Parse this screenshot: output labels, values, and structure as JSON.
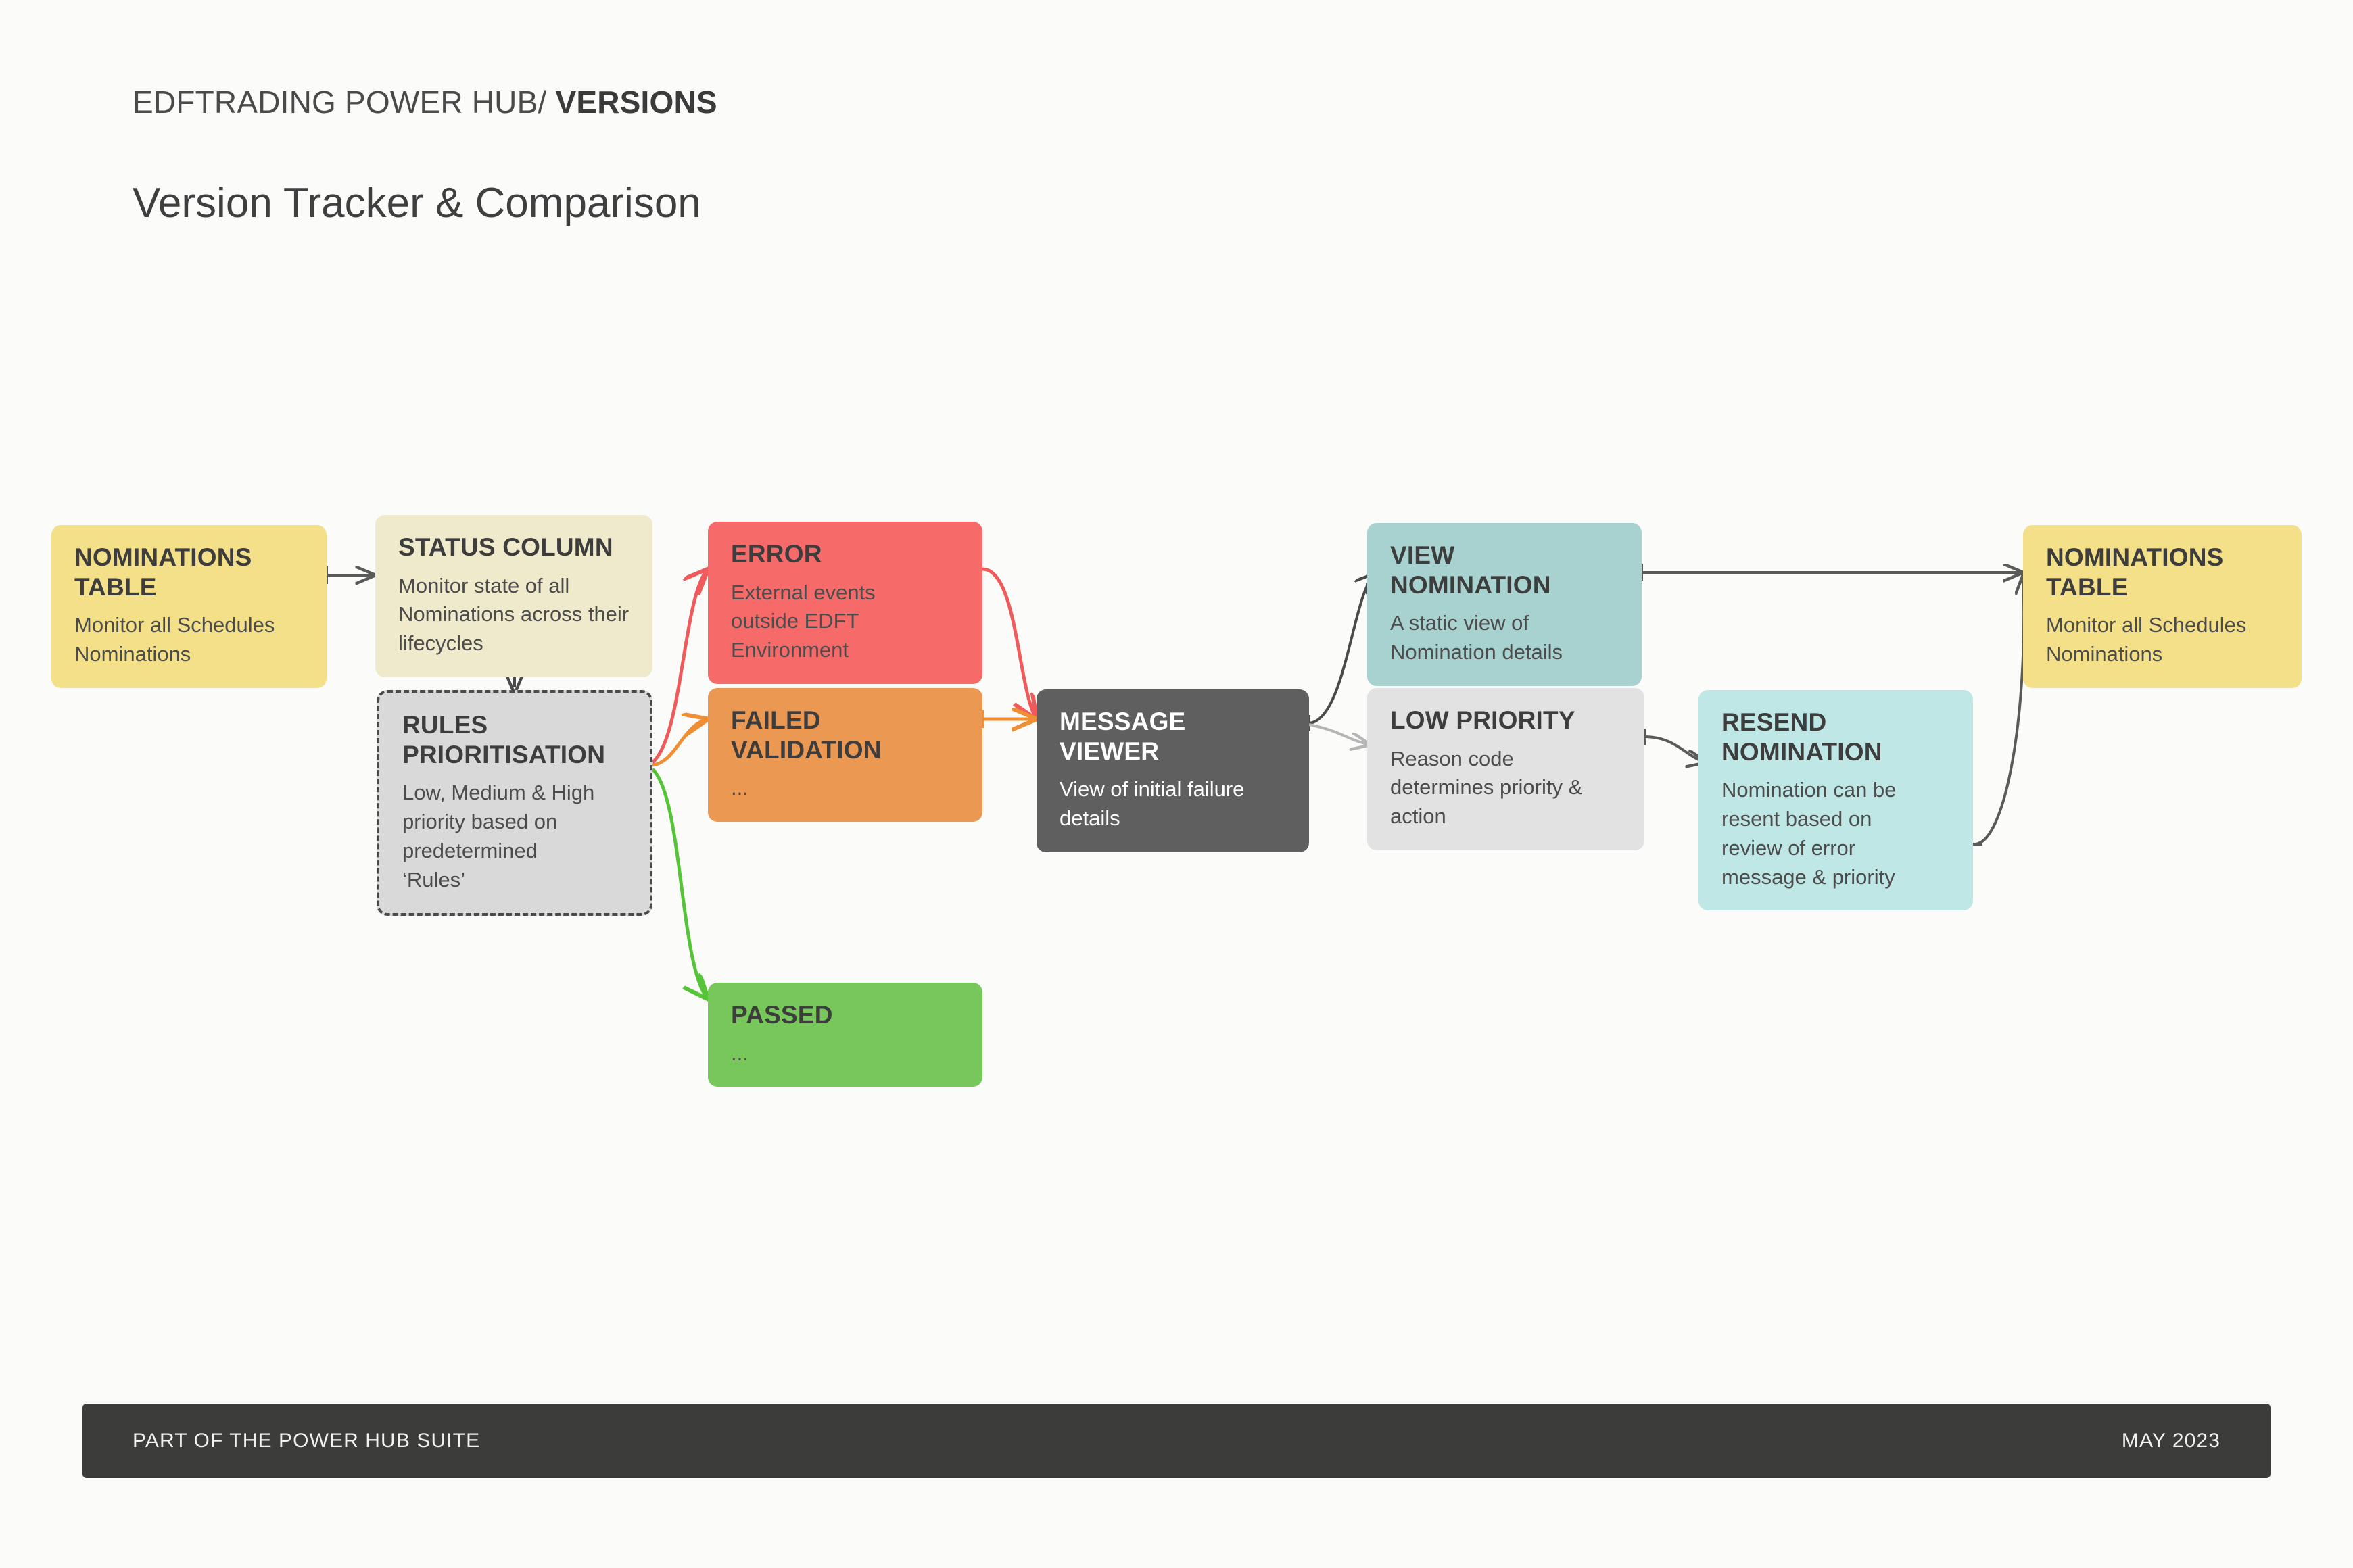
{
  "header": {
    "breadcrumb_prefix": "EDFTRADING POWER HUB/ ",
    "breadcrumb_current": "VERSIONS",
    "title": "Version Tracker & Comparison"
  },
  "footer": {
    "left": "PART OF THE POWER HUB SUITE",
    "right": "MAY 2023"
  },
  "colors": {
    "background": "#fbfbfa",
    "nominations_yellow": "#f4e089",
    "status_cream": "#eeeacb",
    "rules_grey": "#d9d9d9",
    "error_red": "#f76a6a",
    "failed_orange": "#eb9852",
    "passed_green": "#77c75b",
    "message_viewer_dark": "#5f5f5f",
    "view_nomination_teal": "#a8d2cf",
    "low_priority_grey": "#e2e2e2",
    "resend_teal": "#bfe7e5",
    "footer_dark": "#3c3c3b",
    "text_dark": "#3d3d3d"
  },
  "nodes": {
    "nominations_table_left": {
      "title": "NOMINATIONS TABLE",
      "desc": "Monitor all Schedules Nominations"
    },
    "status_column": {
      "title": "STATUS COLUMN",
      "desc": "Monitor state of all Nominations across their lifecycles"
    },
    "rules_prioritisation": {
      "title": "RULES PRIORITISATION",
      "desc": "Low, Medium & High priority based on predetermined ‘Rules’"
    },
    "error": {
      "title": "ERROR",
      "desc": "External events outside EDFT Environment"
    },
    "failed_validation": {
      "title": "FAILED VALIDATION",
      "desc": "..."
    },
    "passed": {
      "title": "PASSED",
      "desc": "..."
    },
    "message_viewer": {
      "title": "MESSAGE VIEWER",
      "desc": "View of initial failure details"
    },
    "view_nomination": {
      "title": "VIEW NOMINATION",
      "desc": "A static view of Nomination details"
    },
    "low_priority": {
      "title": "LOW PRIORITY",
      "desc": "Reason code determines priority & action"
    },
    "resend_nomination": {
      "title": "RESEND NOMINATION",
      "desc": "Nomination can be resent based on review of error message & priority"
    },
    "nominations_table_right": {
      "title": "NOMINATIONS TABLE",
      "desc": "Monitor all Schedules Nominations"
    }
  },
  "connections": [
    {
      "from": "nominations_table_left",
      "to": "status_column",
      "style": "solid",
      "color": "#5a5a5a"
    },
    {
      "from": "status_column",
      "to": "rules_prioritisation",
      "style": "dashed",
      "color": "#4a4a4a"
    },
    {
      "from": "rules_prioritisation",
      "to": "error",
      "style": "solid",
      "color": "#f15a5a"
    },
    {
      "from": "rules_prioritisation",
      "to": "failed_validation",
      "style": "solid",
      "color": "#ee8f36"
    },
    {
      "from": "rules_prioritisation",
      "to": "passed",
      "style": "solid",
      "color": "#56c438"
    },
    {
      "from": "error",
      "to": "message_viewer",
      "style": "solid",
      "color": "#f15a5a"
    },
    {
      "from": "failed_validation",
      "to": "message_viewer",
      "style": "solid",
      "color": "#ee8f36"
    },
    {
      "from": "message_viewer",
      "to": "view_nomination",
      "style": "solid",
      "color": "#4a4a4a"
    },
    {
      "from": "message_viewer",
      "to": "low_priority",
      "style": "solid",
      "color": "#b5b5b5"
    },
    {
      "from": "low_priority",
      "to": "resend_nomination",
      "style": "solid",
      "color": "#5a5a5a"
    },
    {
      "from": "view_nomination",
      "to": "nominations_table_right",
      "style": "solid",
      "color": "#5a5a5a"
    },
    {
      "from": "resend_nomination",
      "to": "nominations_table_right",
      "style": "solid",
      "color": "#5a5a5a"
    }
  ]
}
